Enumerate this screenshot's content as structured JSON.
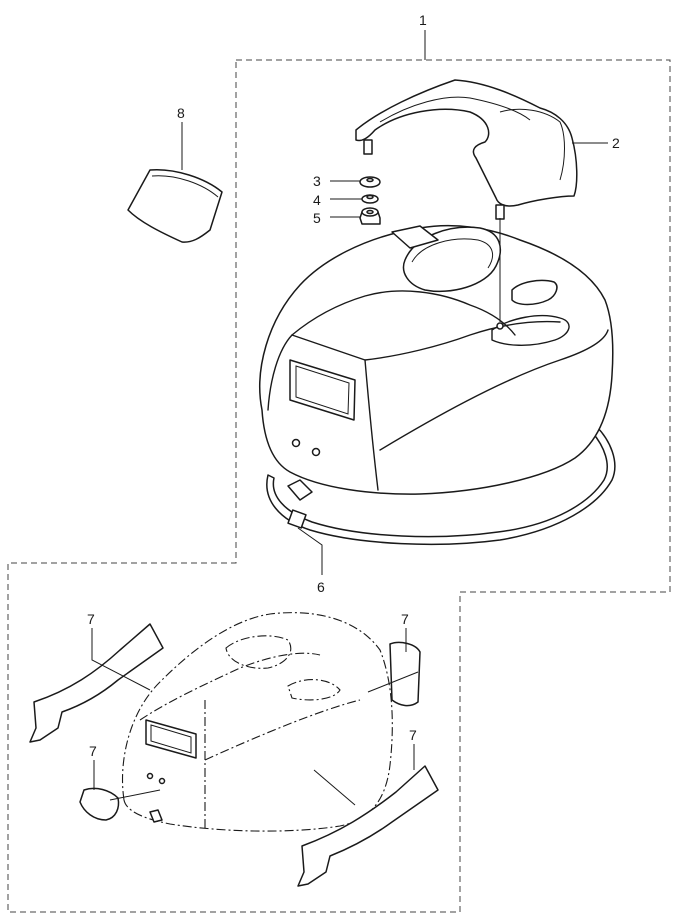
{
  "diagram": {
    "callouts": {
      "c1": "1",
      "c2": "2",
      "c3": "3",
      "c4": "4",
      "c5": "5",
      "c6": "6",
      "c7a": "7",
      "c7b": "7",
      "c7c": "7",
      "c7d": "7",
      "c8": "8"
    }
  }
}
